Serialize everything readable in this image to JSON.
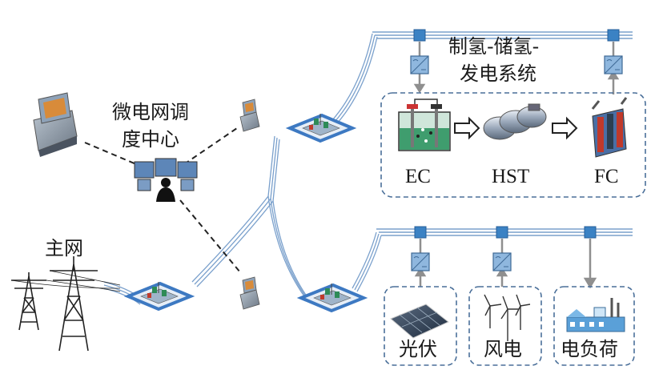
{
  "labels": {
    "control_center_line1": "微电网调",
    "control_center_line2": "度中心",
    "main_grid": "主网",
    "hydrogen_system_line1": "制氢-储氢-",
    "hydrogen_system_line2": "发电系统",
    "electrolyzer": "EC",
    "hydrogen_tank": "HST",
    "fuel_cell": "FC",
    "photovoltaic": "光伏",
    "wind_power": "风电",
    "electric_load": "电负荷"
  },
  "colors": {
    "bus_line": "#7aa0cc",
    "bus_node": "#3b82c4",
    "converter": "#8fb7de",
    "box_border": "#4a6f99",
    "substation": "#3d79c2",
    "dashed_comm": "#222222"
  },
  "icons": {
    "tower": "transmission-tower-icon",
    "control": "control-center-icon",
    "terminal": "terminal-icon",
    "substation": "substation-icon",
    "converter": "converter-icon",
    "electrolyzer": "electrolyzer-icon",
    "tank": "hydrogen-tank-icon",
    "fuel_cell": "fuel-cell-icon",
    "pv": "solar-panel-icon",
    "wind": "wind-turbine-icon",
    "load": "factory-load-icon"
  }
}
